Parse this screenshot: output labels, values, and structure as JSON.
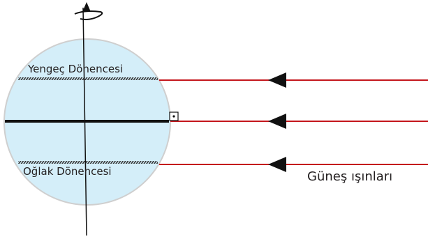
{
  "labels": {
    "tropic_cancer": "Yengeç Dönencesi",
    "tropic_capricorn": "Oğlak Dönencesi",
    "sun_rays": "Güneş ışınları"
  },
  "colors": {
    "globe_fill": "#d4eef9",
    "globe_stroke": "#cfcfcf",
    "ray": "#c4161c",
    "arrow": "#111111",
    "axis": "#111111"
  }
}
